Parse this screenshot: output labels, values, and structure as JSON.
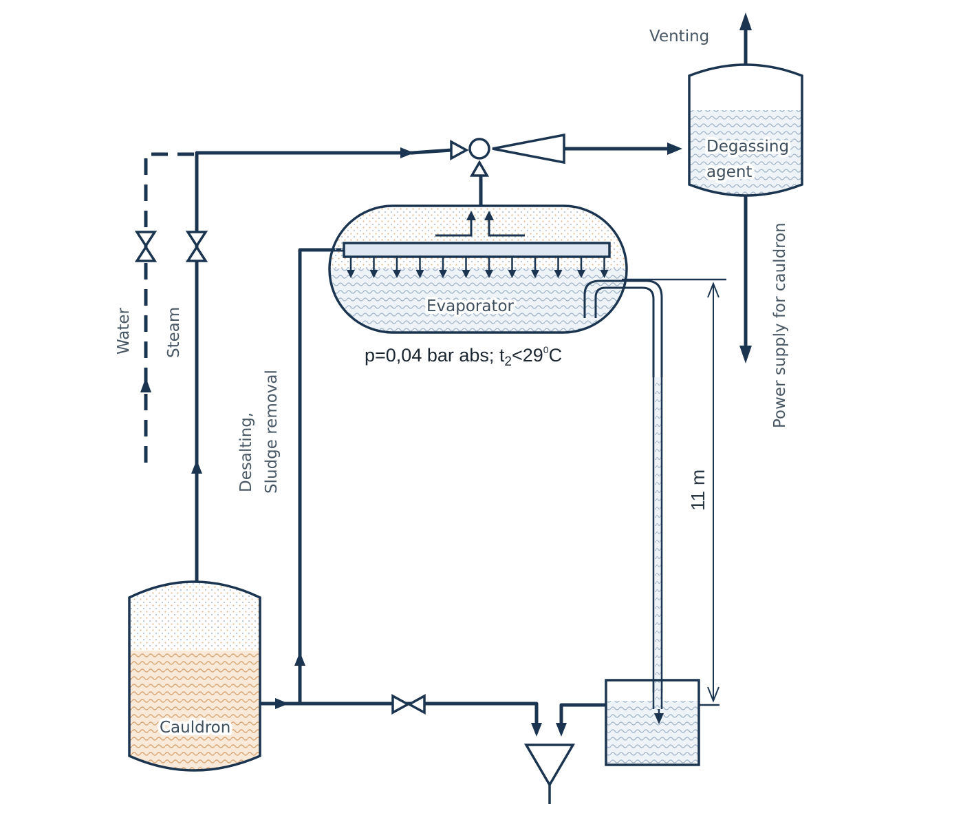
{
  "labels": {
    "venting": "Venting",
    "degassing_line1": "Degassing",
    "degassing_line2": "agent",
    "evaporator": "Evaporator",
    "conditions_main": "p=0,04 bar  abs;   t",
    "conditions_sub": "2",
    "conditions_temp": "<29",
    "conditions_sup": "0",
    "conditions_unit": "C",
    "water": "Water",
    "steam": "Steam",
    "desalting_line1": "Desalting,",
    "desalting_line2": "Sludge removal",
    "power_supply": "Power supply for cauldron",
    "height": "11 m",
    "cauldron": "Cauldron"
  },
  "colors": {
    "line": "#1b3550",
    "water_wave": "#9fb4c8",
    "water_fill": "#e9f0f6",
    "cauldron_wave": "#d8a878",
    "cauldron_fill": "#f7e7d6",
    "steam_dots": "#b8c2cc",
    "steam_dots_warm": "#e3c09a"
  }
}
